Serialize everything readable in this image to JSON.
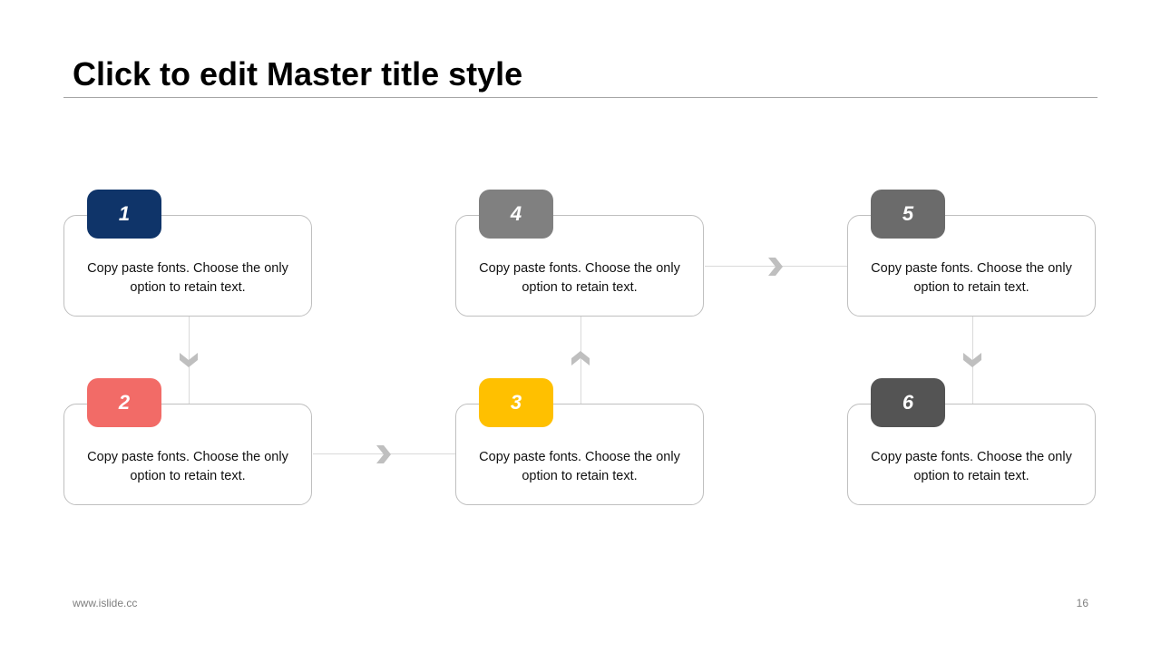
{
  "slide": {
    "title": "Click to edit Master title style",
    "footer_left": "www.islide.cc",
    "page_number": "16"
  },
  "steps": [
    {
      "number": "1",
      "text": "Copy paste fonts. Choose the only option to retain text.",
      "color": "#0f3469"
    },
    {
      "number": "2",
      "text": "Copy paste fonts. Choose the only option to retain text.",
      "color": "#f26b67"
    },
    {
      "number": "3",
      "text": "Copy paste fonts. Choose the only option to retain text.",
      "color": "#ffc000"
    },
    {
      "number": "4",
      "text": "Copy paste fonts. Choose the only option to retain text.",
      "color": "#808080"
    },
    {
      "number": "5",
      "text": "Copy paste fonts. Choose the only option to retain text.",
      "color": "#6b6b6b"
    },
    {
      "number": "6",
      "text": "Copy paste fonts. Choose the only option to retain text.",
      "color": "#545454"
    }
  ],
  "flow": [
    {
      "from": "1",
      "to": "2",
      "direction": "down"
    },
    {
      "from": "2",
      "to": "3",
      "direction": "right"
    },
    {
      "from": "3",
      "to": "4",
      "direction": "up"
    },
    {
      "from": "4",
      "to": "5",
      "direction": "right"
    },
    {
      "from": "5",
      "to": "6",
      "direction": "down"
    }
  ],
  "colors": {
    "card_border": "#bfbfbf",
    "connector": "#d9d9d9",
    "arrow": "#bfbfbf"
  }
}
